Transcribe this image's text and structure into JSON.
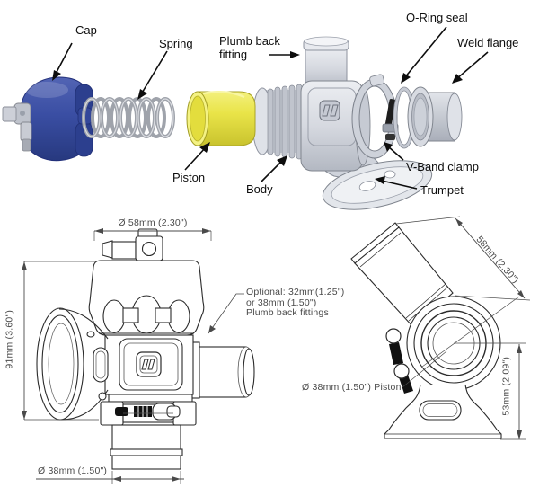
{
  "exploded_view": {
    "labels": {
      "cap": "Cap",
      "spring": "Spring",
      "plumb_back_fitting": "Plumb back\nfitting",
      "o_ring_seal": "O-Ring seal",
      "weld_flange": "Weld flange",
      "piston": "Piston",
      "body": "Body",
      "v_band_clamp": "V-Band clamp",
      "trumpet": "Trumpet"
    },
    "part_colors": {
      "cap_blue": "#3a4ea3",
      "piston_yellow": "#e9e448",
      "metal_gray": "#d6d9e0"
    }
  },
  "front_view": {
    "dim_top_diameter": "Ø 58mm (2.30\")",
    "dim_height": "91mm (3.60\")",
    "dim_bottom_diameter": "Ø 38mm (1.50\")",
    "note": "Optional: 32mm(1.25\")\nor 38mm (1.50\")\nPlumb back fittings"
  },
  "side_view": {
    "dim_tube_diameter": "58mm (2.30\")",
    "dim_height": "53mm (2.09\")",
    "dim_piston": "Ø 38mm (1.50\") Piston"
  }
}
